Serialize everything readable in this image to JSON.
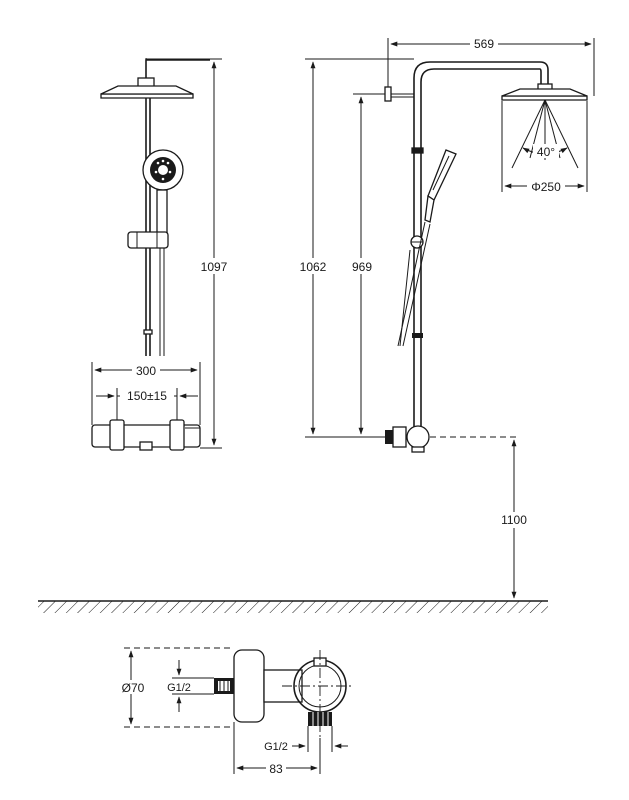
{
  "dimensions": {
    "front_width": "300",
    "inlet_spacing": "150±15",
    "front_total_height": "1097",
    "side_total_height": "1062",
    "side_rail_height": "969",
    "arm_reach": "569",
    "head_diameter": "Φ250",
    "spray_angle": "40°",
    "floor_height": "1100",
    "body_diameter": "Ø70",
    "inlet_thread": "G1/2",
    "outlet_thread": "G1/2",
    "body_depth": "83"
  }
}
